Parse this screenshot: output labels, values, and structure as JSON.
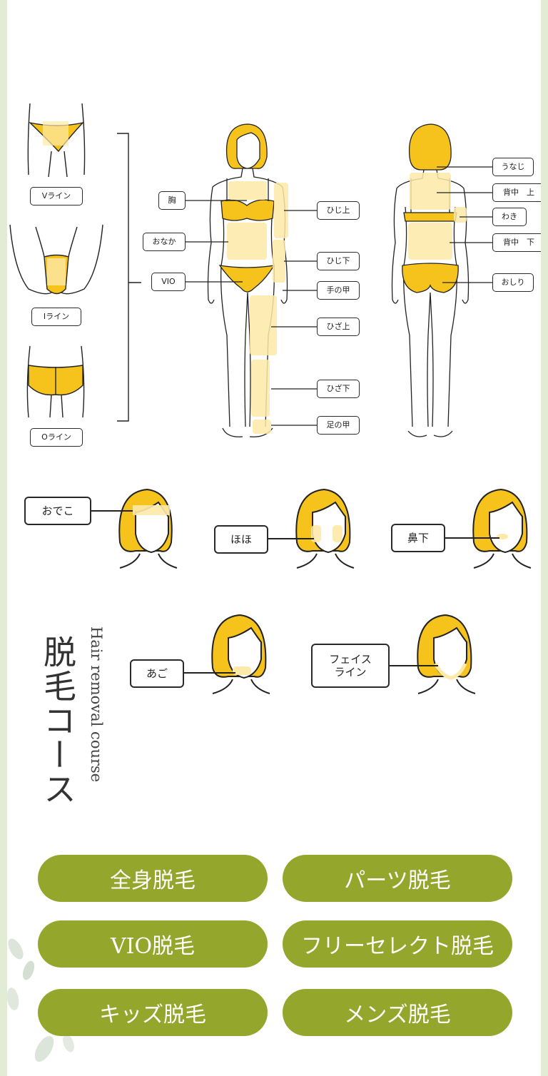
{
  "vio_parts": {
    "v": "Vライン",
    "i": "Iライン",
    "o": "Oライン"
  },
  "front": {
    "mune": "胸",
    "onaka": "おなか",
    "vio": "VIO",
    "hiji_ue": "ひじ上",
    "hiji_shita": "ひじ下",
    "tenokou": "手の甲",
    "hiza_ue": "ひざ上",
    "hiza_shita": "ひざ下",
    "ashinokou": "足の甲"
  },
  "back": {
    "unaji": "うなじ",
    "senaka_ue": "背中　上",
    "waki": "わき",
    "senaka_shita": "背中　下",
    "oshiri": "おしり"
  },
  "face": {
    "odeko": "おでこ",
    "hoho": "ほほ",
    "hanashita": "鼻下",
    "ago": "あご",
    "face_line": "フェイス\nライン"
  },
  "section": {
    "title": "脱毛コース",
    "subtitle": "Hair removal course"
  },
  "courses": [
    {
      "label": "全身脱毛"
    },
    {
      "label": "パーツ脱毛"
    },
    {
      "label": "VIO脱毛"
    },
    {
      "label": "フリーセレクト脱毛"
    },
    {
      "label": "キッズ脱毛"
    },
    {
      "label": "メンズ脱毛"
    }
  ],
  "colors": {
    "accent_green": "#94a62c",
    "side_bg": "#e2ebd3",
    "hair_yellow": "#f5c31c",
    "highlight": "#fde9a8"
  }
}
